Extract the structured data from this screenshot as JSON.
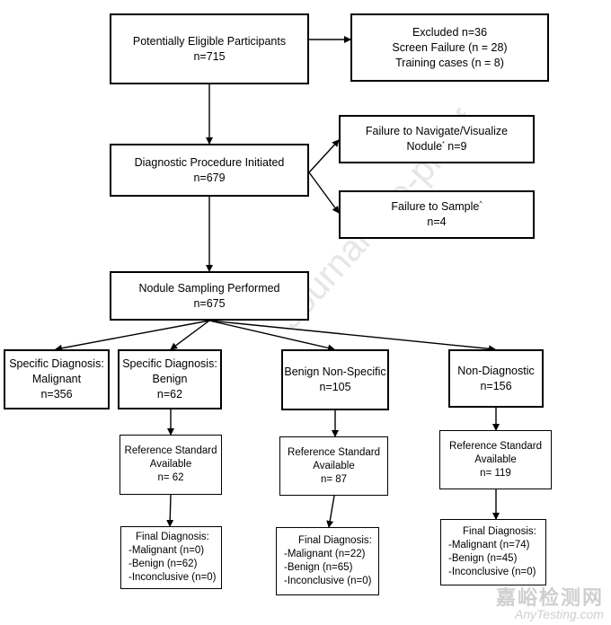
{
  "boxes": {
    "eligible": {
      "lines": [
        "Potentially Eligible Participants",
        "n=715"
      ]
    },
    "excluded": {
      "lines": [
        "Excluded n=36",
        "Screen Failure (n = 28)",
        "Training cases (n = 8)"
      ]
    },
    "procedure": {
      "lines": [
        "Diagnostic Procedure Initiated",
        "n=679"
      ]
    },
    "navigate_fail": {
      "line1": "Failure to Navigate/Visualize",
      "line2_a": "Nodule",
      "line2_sup": "*",
      "line2_b": " n=9"
    },
    "sample_fail": {
      "line1_a": "Failure to Sample",
      "line1_sup": "^",
      "line2": "n=4"
    },
    "sampling": {
      "lines": [
        "Nodule Sampling Performed",
        "n=675"
      ]
    },
    "specific_malignant": {
      "lines": [
        "Specific Diagnosis:",
        "Malignant",
        "n=356"
      ]
    },
    "specific_benign": {
      "lines": [
        "Specific Diagnosis:",
        "Benign",
        "n=62"
      ]
    },
    "benign_nonspecific": {
      "lines": [
        "Benign Non-Specific",
        "n=105"
      ]
    },
    "nondiagnostic": {
      "lines": [
        "Non-Diagnostic",
        "n=156"
      ]
    },
    "ref_benign": {
      "lines": [
        "Reference Standard",
        "Available",
        "n= 62"
      ]
    },
    "ref_nonspecific": {
      "lines": [
        "Reference Standard",
        "Available",
        "n= 87"
      ]
    },
    "ref_nondiag": {
      "lines": [
        "Reference Standard",
        "Available",
        "n= 119"
      ]
    },
    "final_benign": {
      "lines": [
        "Final Diagnosis:",
        "-Malignant (n=0)",
        "-Benign (n=62)",
        "-Inconclusive (n=0)"
      ]
    },
    "final_nonspecific": {
      "lines": [
        "Final Diagnosis:",
        "-Malignant (n=22)",
        "-Benign (n=65)",
        "-Inconclusive (n=0)"
      ]
    },
    "final_nondiag": {
      "lines": [
        "Final Diagnosis:",
        "-Malignant (n=74)",
        "-Benign (n=45)",
        "-Inconclusive (n=0)"
      ]
    }
  },
  "watermark": "Journal Pre-proof",
  "logo": {
    "cn": "嘉峪检测网",
    "en": "AnyTesting.com"
  }
}
